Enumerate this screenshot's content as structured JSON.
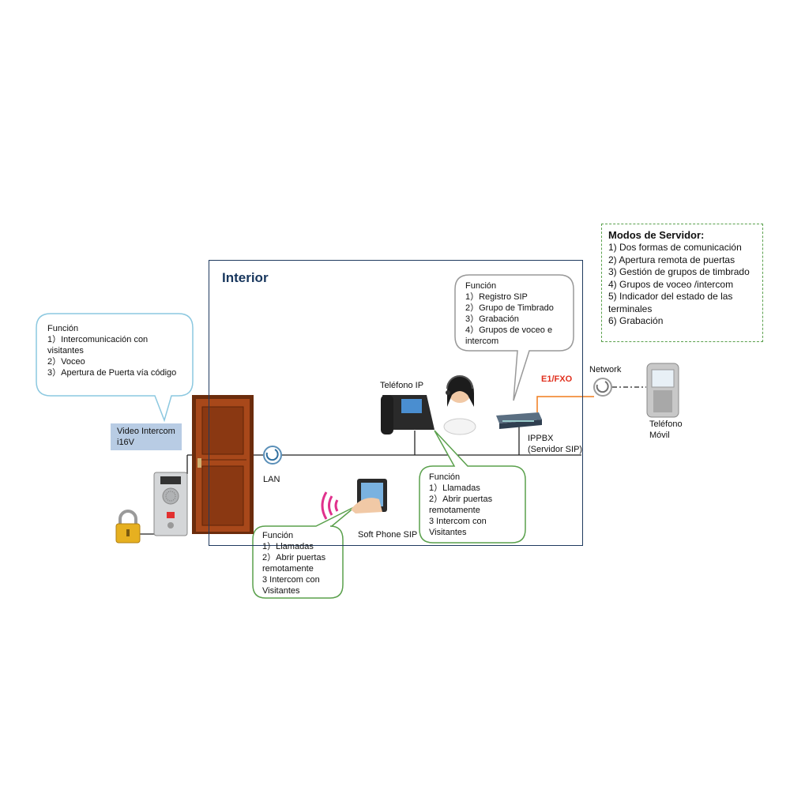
{
  "interior": {
    "title": "Interior"
  },
  "server_modes": {
    "title": "Modos de Servidor:",
    "items": [
      "1) Dos formas de comunicación",
      "2) Apertura remota de puertas",
      "3) Gestión de grupos de timbrado",
      "4) Grupos de voceo /intercom",
      "5) Indicador del estado de las",
      "terminales",
      "6) Grabación"
    ]
  },
  "intercom_callout": {
    "title": "Función",
    "items": [
      "1）Intercomunicación con",
      "visitantes",
      "2）Voceo",
      "3）Apertura de Puerta vía código"
    ]
  },
  "pbx_callout": {
    "title": "Función",
    "items": [
      "1）Registro SIP",
      "2）Grupo de Timbrado",
      "3）Grabación",
      "4）Grupos de voceo e",
      "intercom"
    ]
  },
  "phone_callout": {
    "title": "Función",
    "items": [
      "1）Llamadas",
      "2）Abrir puertas",
      "remotamente",
      "3 Intercom con",
      "Visitantes"
    ]
  },
  "softphone_callout": {
    "title": "Función",
    "items": [
      "1）Llamadas",
      "2）Abrir puertas",
      "remotamente",
      "3 Intercom con",
      "Visitantes"
    ]
  },
  "labels": {
    "video_intercom_line1": "Video Intercom",
    "video_intercom_line2": "i16V",
    "lan": "LAN",
    "ip_phone": "Teléfono IP",
    "ippbx_line1": "IPPBX",
    "ippbx_line2": "(Servidor SIP)",
    "e1fxo": "E1/FXO",
    "network": "Network",
    "mobile_line1": "Teléfono",
    "mobile_line2": "Móvil",
    "softphone": "Soft Phone SIP"
  },
  "colors": {
    "interior_border": "#1f3a5f",
    "intercom_callout_border": "#8cc8e0",
    "green_callout_border": "#5aa04c",
    "pbx_callout_border": "#999999",
    "e1_line": "#f07c1c",
    "wifi": "#e0308c",
    "door": "#a8481a"
  }
}
